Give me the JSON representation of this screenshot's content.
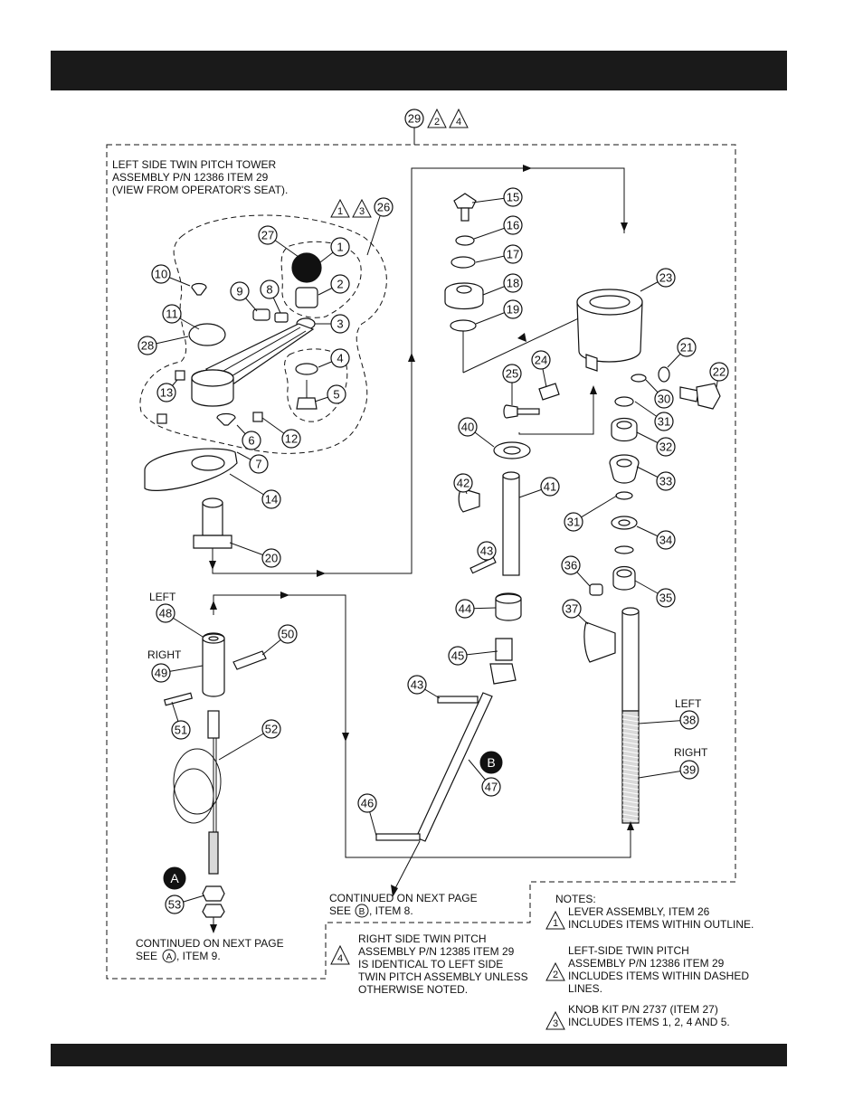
{
  "header": {},
  "top_label": {
    "number": "29",
    "notes": [
      "2",
      "4"
    ]
  },
  "assembly_title": [
    "LEFT SIDE TWIN PITCH TOWER",
    "ASSEMBLY P/N 12386 ITEM 29",
    "(VIEW FROM OPERATOR'S SEAT)."
  ],
  "lever_label": {
    "number": "26",
    "notes": [
      "1",
      "3"
    ]
  },
  "side_labels": {
    "left_48": "LEFT",
    "right_49": "RIGHT",
    "left_38": "LEFT",
    "right_39": "RIGHT"
  },
  "marker_a": "A",
  "marker_b": "B",
  "continued_a": [
    "CONTINUED ON NEXT PAGE",
    "SEE",
    "A",
    ", ITEM 9."
  ],
  "continued_b": [
    "CONTINUED ON NEXT PAGE",
    "SEE",
    "B",
    ", ITEM 8."
  ],
  "note4": {
    "number": "4",
    "lines": [
      "RIGHT SIDE TWIN PITCH",
      "ASSEMBLY P/N 12385 ITEM 29",
      "IS IDENTICAL TO LEFT SIDE",
      "TWIN PITCH ASSEMBLY UNLESS",
      "OTHERWISE NOTED."
    ]
  },
  "notes": {
    "heading": "NOTES:",
    "items": [
      {
        "number": "1",
        "lines": [
          "LEVER ASSEMBLY, ITEM 26",
          "INCLUDES ITEMS WITHIN OUTLINE."
        ]
      },
      {
        "number": "2",
        "lines": [
          "LEFT-SIDE TWIN PITCH",
          "ASSEMBLY P/N 12386 ITEM 29",
          "INCLUDES ITEMS WITHIN DASHED",
          "LINES."
        ]
      },
      {
        "number": "3",
        "lines": [
          "KNOB KIT P/N 2737 (ITEM 27)",
          "INCLUDES ITEMS 1, 2, 4 AND 5."
        ]
      }
    ]
  },
  "callouts": [
    "1",
    "2",
    "3",
    "4",
    "5",
    "6",
    "7",
    "8",
    "9",
    "10",
    "11",
    "12",
    "13",
    "14",
    "15",
    "16",
    "17",
    "18",
    "19",
    "20",
    "21",
    "22",
    "23",
    "24",
    "25",
    "27",
    "28",
    "30",
    "31",
    "31",
    "32",
    "33",
    "34",
    "35",
    "36",
    "37",
    "38",
    "39",
    "40",
    "41",
    "42",
    "43",
    "43",
    "44",
    "45",
    "46",
    "47",
    "48",
    "49",
    "50",
    "51",
    "52",
    "53"
  ]
}
